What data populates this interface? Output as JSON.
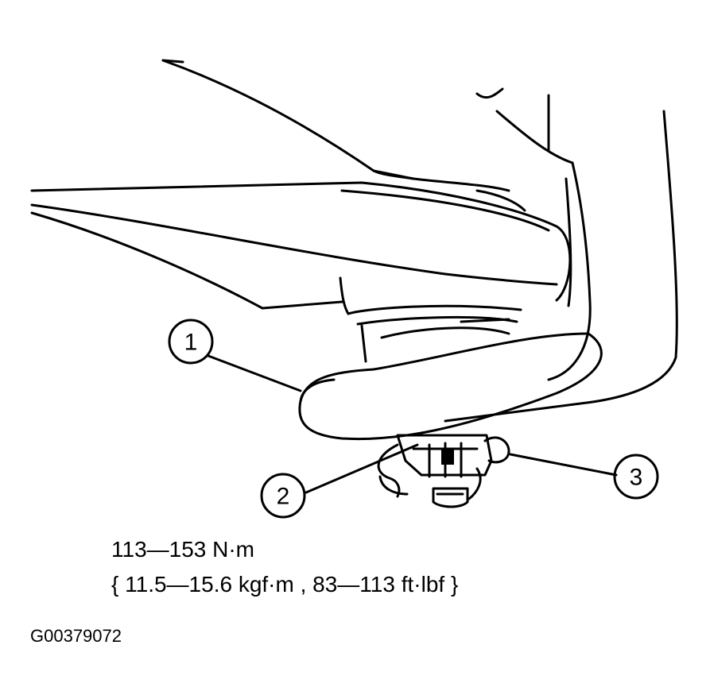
{
  "callouts": [
    {
      "number": "1"
    },
    {
      "number": "2"
    },
    {
      "number": "3"
    }
  ],
  "torque": {
    "nm": "113—153 N·m",
    "alt": "{ 11.5—15.6 kgf·m , 83—113 ft·lbf }"
  },
  "figure_id": "G00379072"
}
